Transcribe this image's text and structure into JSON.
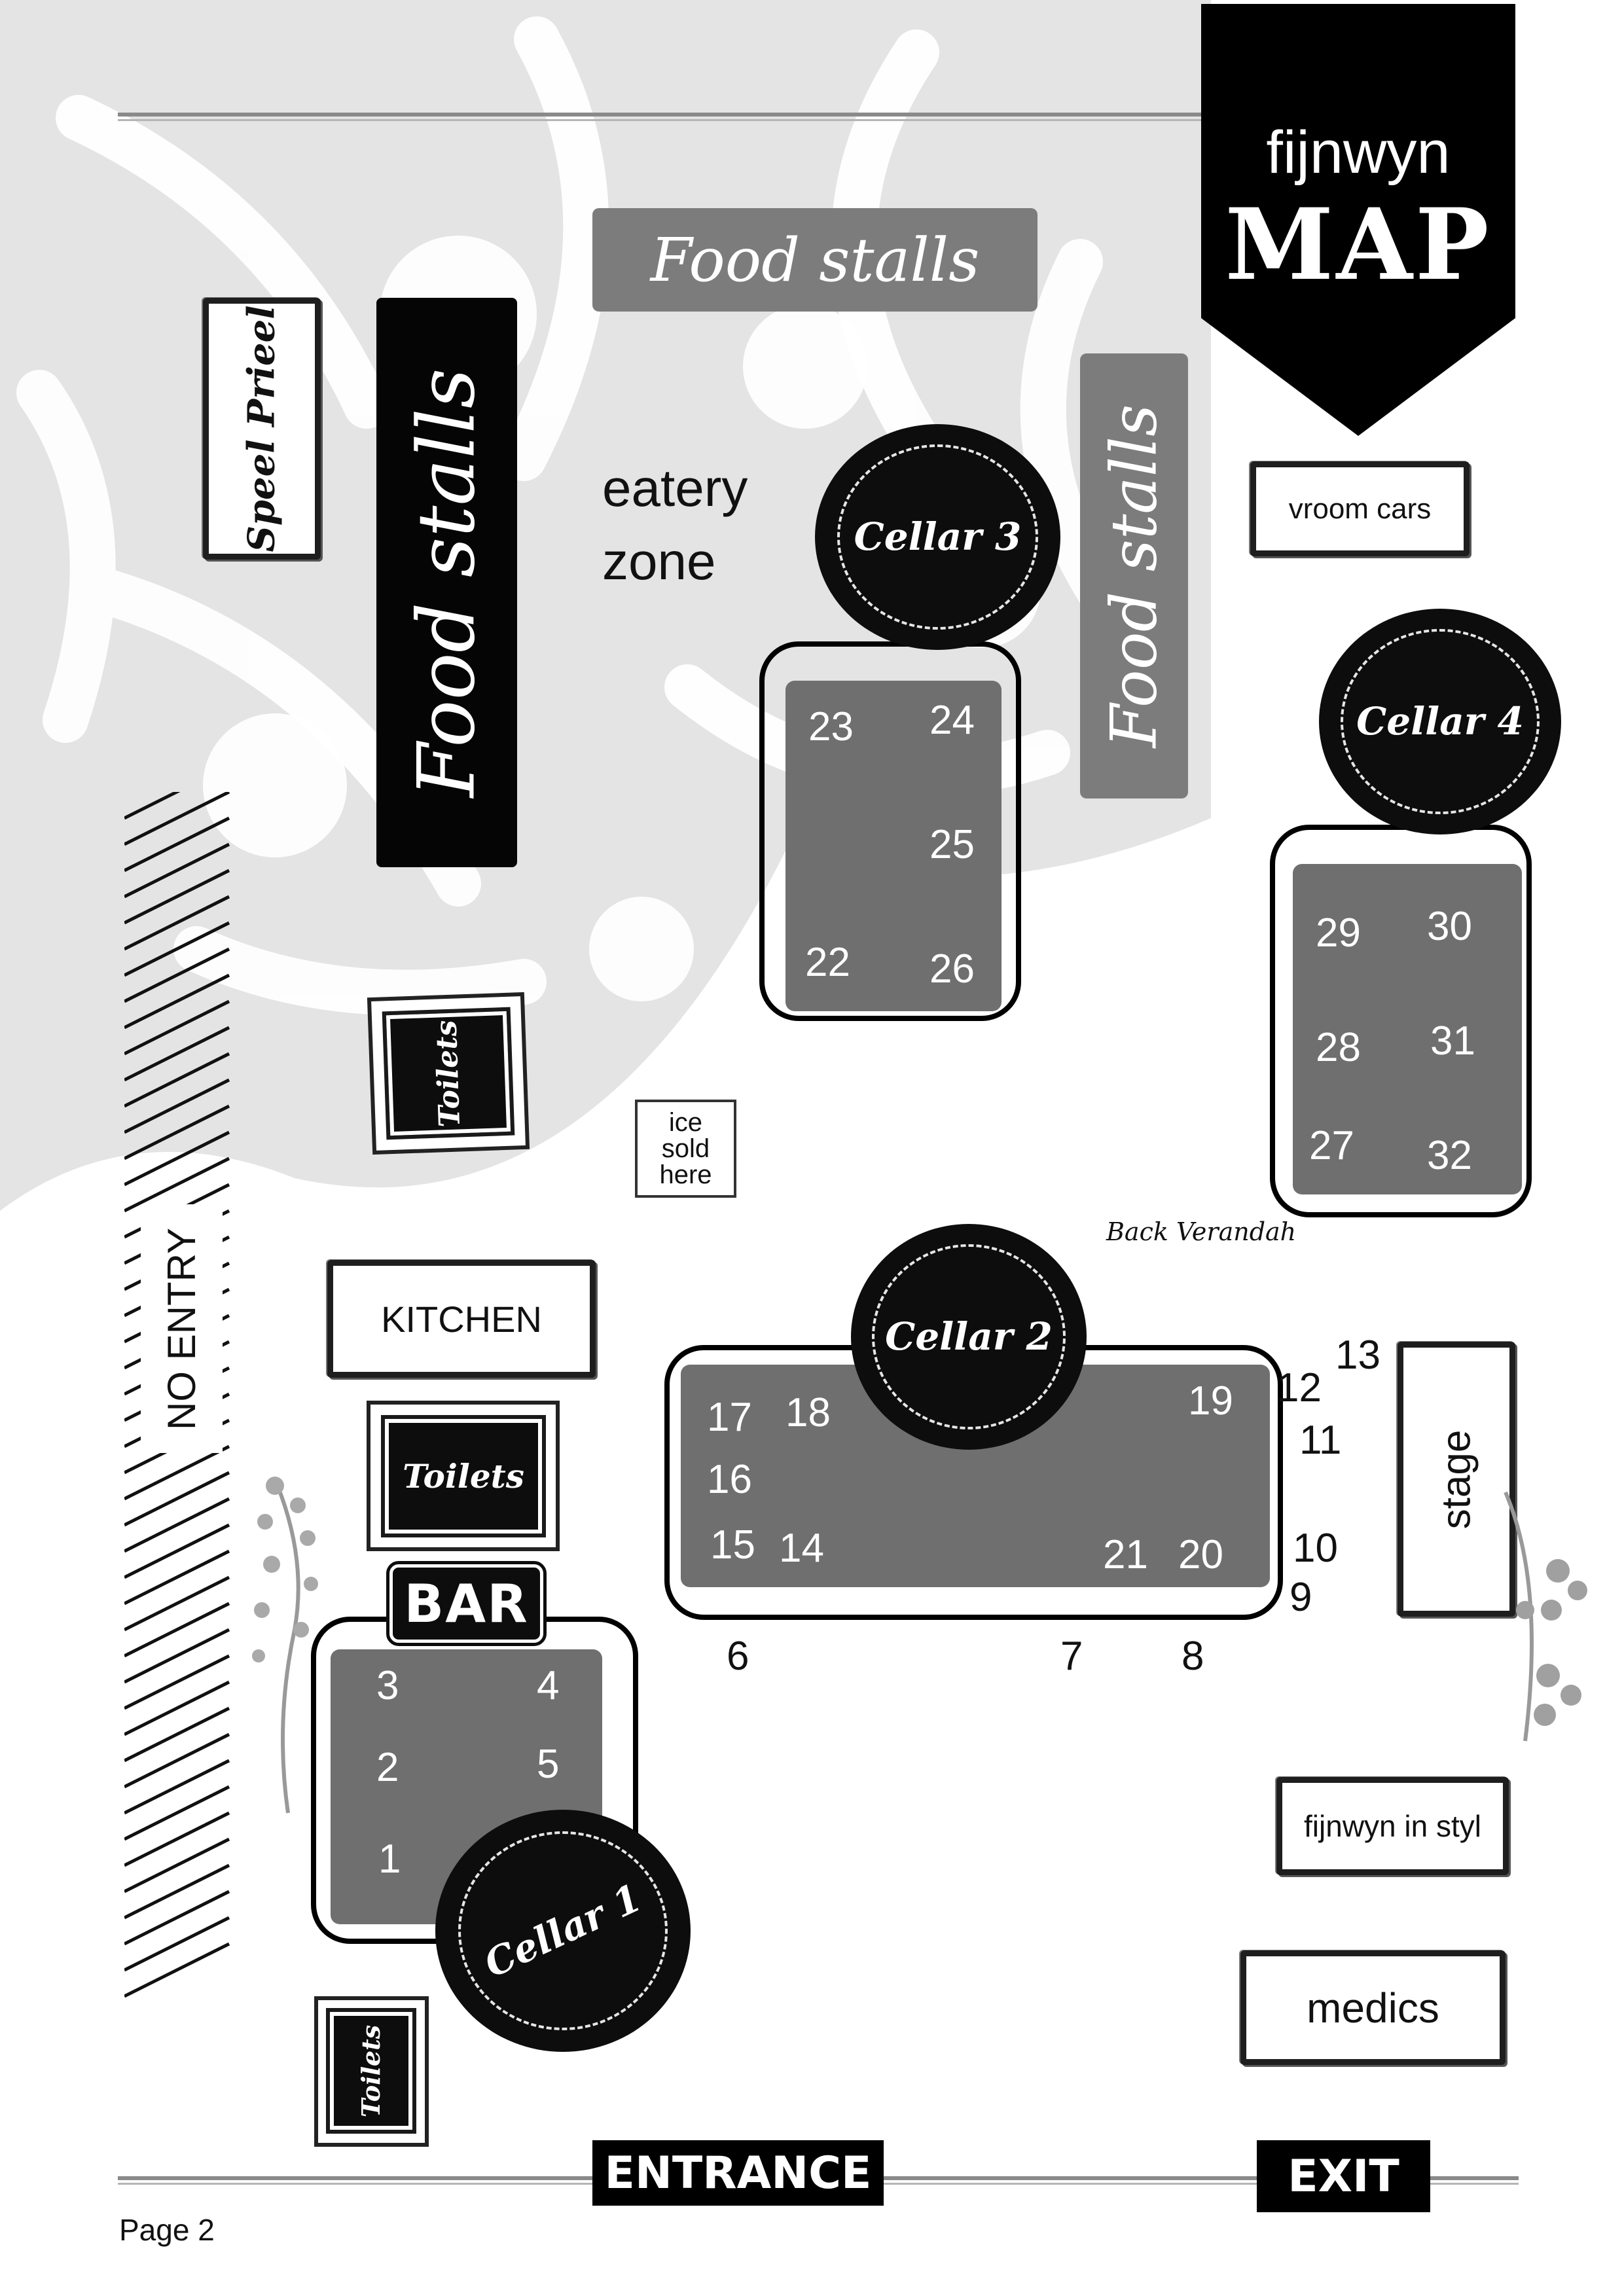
{
  "header": {
    "brand": "fijnwyn",
    "title": "MAP"
  },
  "labels": {
    "food_stalls_top": "Food stalls",
    "food_stalls_left": "Food stalls",
    "food_stalls_right": "Food stalls",
    "speel_prieel": "Speel Prieel",
    "eatery_zone_line1": "eatery",
    "eatery_zone_line2": "zone",
    "vroom_cars": "vroom cars",
    "toilets_1": "Toilets",
    "toilets_2": "Toilets",
    "toilets_3": "Toilets",
    "ice_line1": "ice",
    "ice_line2": "sold",
    "ice_line3": "here",
    "no_entry": "NO ENTRY",
    "kitchen": "KITCHEN",
    "bar": "BAR",
    "back_verandah": "Back Verandah",
    "stage": "stage",
    "fijnwyn_in_styl": "fijnwyn in styl",
    "medics": "medics",
    "entrance": "ENTRANCE",
    "exit": "EXIT",
    "page": "Page 2"
  },
  "cellars": {
    "c1": "Cellar 1",
    "c2": "Cellar 2",
    "c3": "Cellar 3",
    "c4": "Cellar 4"
  },
  "stands": {
    "s1": "1",
    "s2": "2",
    "s3": "3",
    "s4": "4",
    "s5": "5",
    "s6": "6",
    "s7": "7",
    "s8": "8",
    "s9": "9",
    "s10": "10",
    "s11": "11",
    "s12": "12",
    "s13": "13",
    "s14": "14",
    "s15": "15",
    "s16": "16",
    "s17": "17",
    "s18": "18",
    "s19": "19",
    "s20": "20",
    "s21": "21",
    "s22": "22",
    "s23": "23",
    "s24": "24",
    "s25": "25",
    "s26": "26",
    "s27": "27",
    "s28": "28",
    "s29": "29",
    "s30": "30",
    "s31": "31",
    "s32": "32"
  },
  "colors": {
    "background_pattern": "#e3e4e3",
    "zone_grey": "#6f6f6f",
    "bar_grey": "#7c7c7c",
    "black": "#0d0d0d"
  }
}
